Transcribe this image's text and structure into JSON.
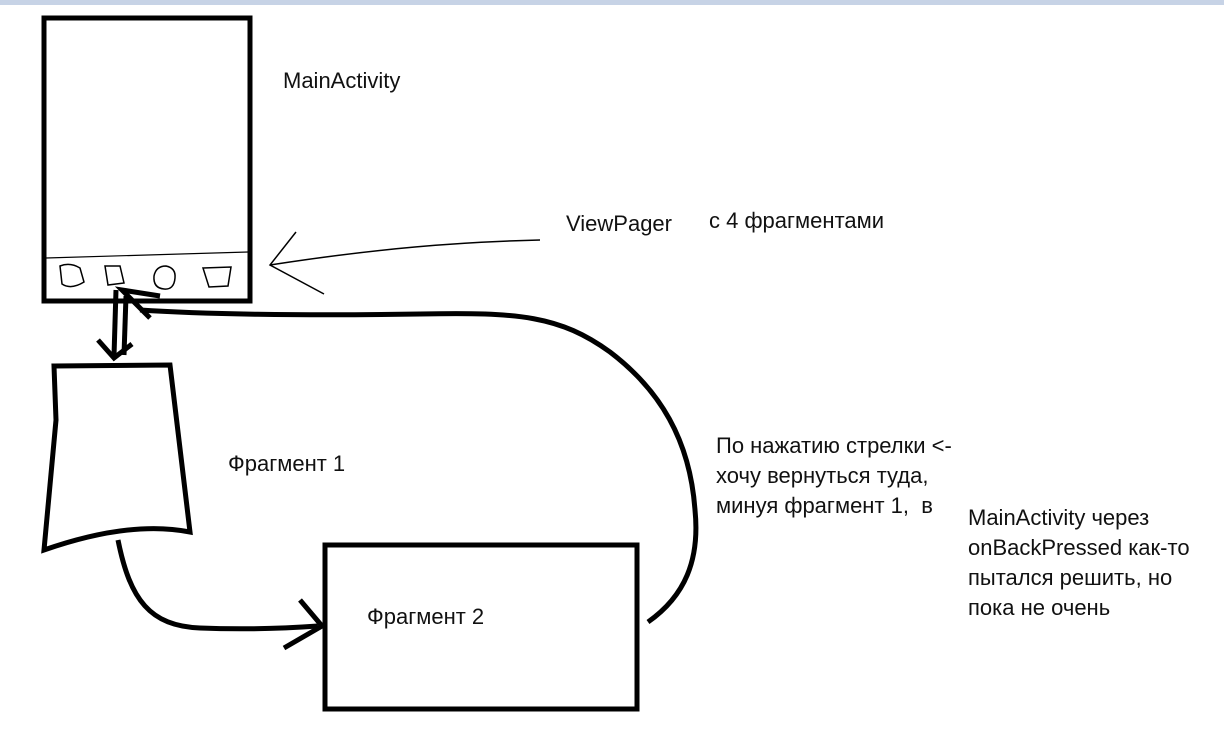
{
  "labels": {
    "main_activity": "MainActivity",
    "view_pager": "ViewPager",
    "fragments_count": "с 4 фрагментами",
    "fragment1": "Фрагмент 1",
    "fragment2": "Фрагмент 2",
    "note_left": "По нажатию стрелки <-\nхочу вернуться туда,\nминуя фрагмент 1,  в",
    "note_right": "MainActivity через\nonBackPressed как-то\nпытался решить, но\nпока не очень"
  },
  "colors": {
    "ink": "#000000",
    "top_rule": "#c7d3e6",
    "background": "#ffffff"
  }
}
